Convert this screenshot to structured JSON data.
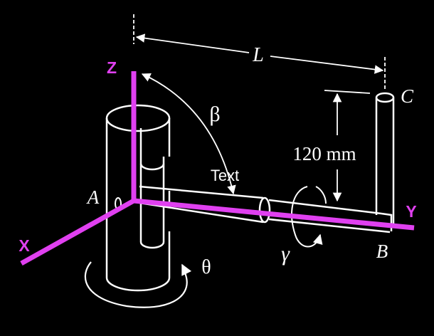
{
  "colors": {
    "background": "#000000",
    "line": "#ffffff",
    "axis": "#e040f0"
  },
  "axes": {
    "z_label": "Z",
    "x_label": "X",
    "y_label": "Y"
  },
  "points": {
    "a": "A",
    "b": "B",
    "c": "C"
  },
  "dimensions": {
    "length_label": "L",
    "height_label": "120 mm"
  },
  "angles": {
    "beta": "β",
    "gamma": "γ",
    "theta": "θ"
  },
  "annotation": {
    "text": "Text"
  }
}
